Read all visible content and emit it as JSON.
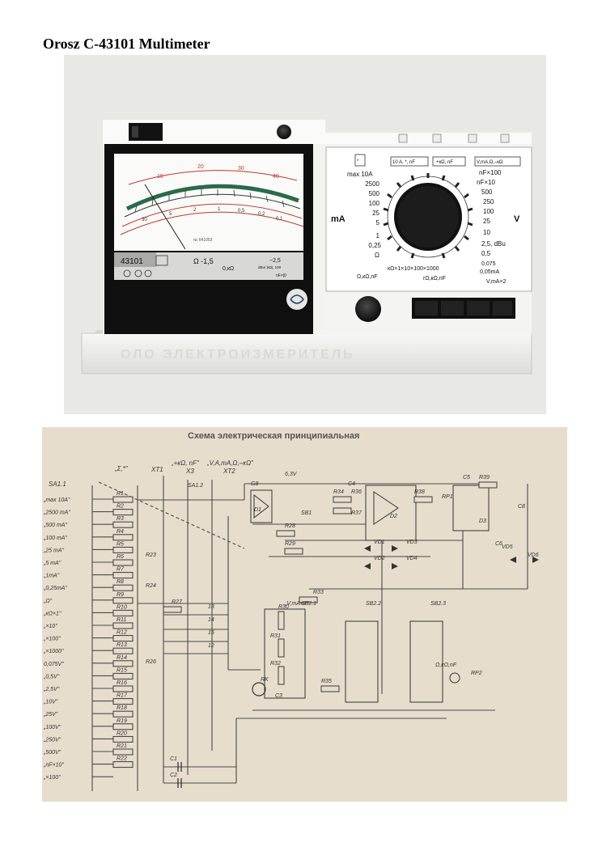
{
  "title": "Orosz C-43101 Multimeter",
  "meter": {
    "model_label": "43101",
    "serial": "№ 641053",
    "ohm_note": "Ω -1,5",
    "dbu_note": "~2,5",
    "dbu_label": "dBu/ |кΩ|, 100",
    "kohm_note": "0,кΩ",
    "nf_note": "nF×|0"
  },
  "panel": {
    "top_buttons": [
      "*",
      "10 A, *, nF",
      "+кΩ, nF",
      "V,mA,Ω,–кΩ"
    ],
    "max_label": "max 10A",
    "ma_unit": "mA",
    "v_unit": "V",
    "ma_ranges": [
      "2500",
      "500",
      "100",
      "25",
      "5",
      "1",
      "0,25"
    ],
    "ohm_symbol": "Ω",
    "right_ranges": [
      "nF×100",
      "nF×10",
      "500",
      "250",
      "100",
      "25",
      "10",
      "2,5, dBu",
      "0,5"
    ],
    "right_bottom": [
      "0,075",
      "0,05mA"
    ],
    "kohm_multipliers": "кΩ×1×10×100×1000",
    "bottom_left": "Ω,кΩ,nF",
    "bottom_center": "rΩ,кΩ,nF",
    "bottom_right": "V,mA×2"
  },
  "schematic": {
    "title": "Схема электрическая принципиальная",
    "top_labels": [
      "„Σ,*\"",
      "XT1",
      "„+кΩ, nF\"",
      "X3",
      "„V,A,mA,Ω,–кΩ\"",
      "XT2"
    ],
    "switch_label": "SA1.1",
    "switch_labels": [
      "„max 10A\"",
      "„2500 mA\"",
      "„500 mA\"",
      "„100 mA\"",
      "„25 mA\"",
      "„5 mA\"",
      "„1mA\"",
      "„0,25mA\"",
      "„Ω\"",
      "„кΩ×1\"",
      "„×10\"",
      "„×100\"",
      "„×1000\"",
      "0,075V\"",
      "„0,5V\"",
      "„2,5V\"",
      "„10V\"",
      "„25V\"",
      "„100V\"",
      "„250V\"",
      "„500V\"",
      "„nF×10\"",
      "„×100\""
    ],
    "resistors": [
      "R1",
      "R2",
      "R3",
      "R4",
      "R5",
      "R6",
      "R7",
      "R8",
      "R9",
      "R10",
      "R11",
      "R12",
      "R13",
      "R14",
      "R15",
      "R16",
      "R17",
      "R18",
      "R19",
      "R20",
      "R21",
      "R22"
    ],
    "other_labels": [
      "R23",
      "R24",
      "R26",
      "R27",
      "R28",
      "R29",
      "R30",
      "R31",
      "R32",
      "R33",
      "R34",
      "R35",
      "R36",
      "R37",
      "R38",
      "R39",
      "C1",
      "C2",
      "C3",
      "C4",
      "C5",
      "C6",
      "C8",
      "G8",
      "SA1.2",
      "SB1",
      "SB2.1",
      "SB2.2",
      "SB2.3",
      "D1",
      "D2",
      "D3",
      "VD1",
      "VD2",
      "VD3",
      "VD4",
      "VD5",
      "VD6",
      "RP1",
      "RP2",
      "RK",
      "„V,mA×2\"",
      "Ω,кΩ,nF",
      "6,3V",
      "13",
      "14",
      "15",
      "12"
    ]
  }
}
